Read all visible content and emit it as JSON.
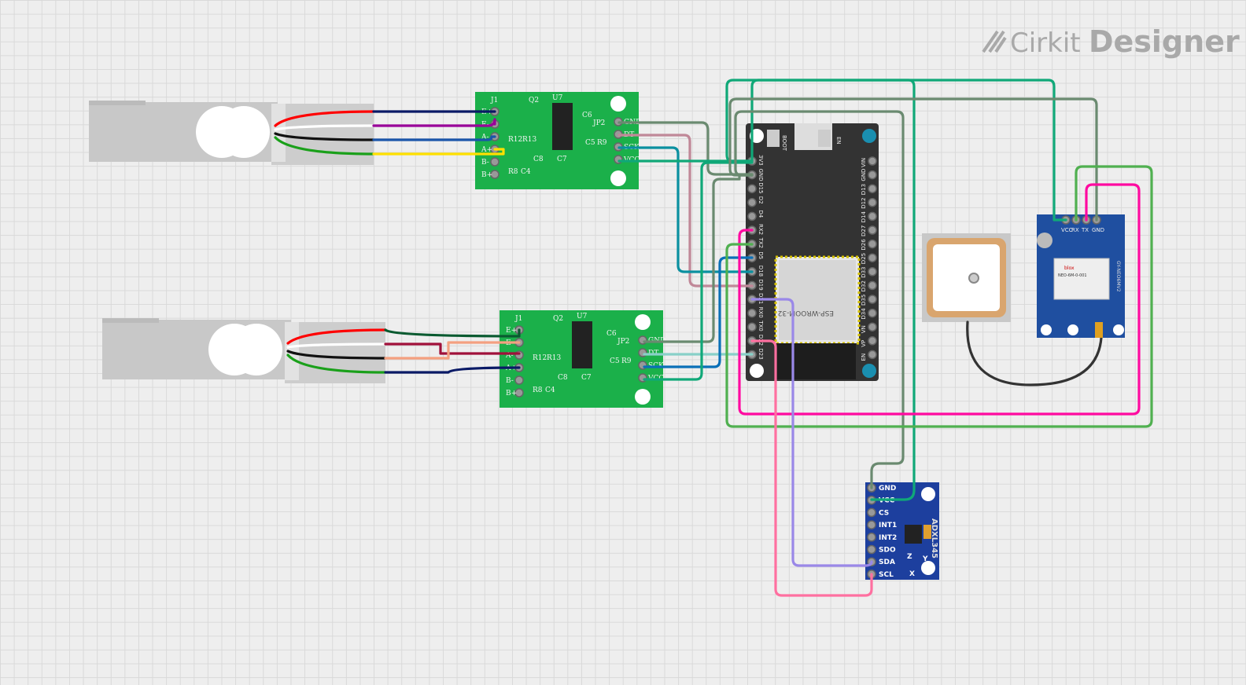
{
  "logo": {
    "brand": "Cirkit",
    "product": "Designer"
  },
  "hx711": {
    "j1": [
      "E+",
      "E-",
      "A-",
      "A+",
      "B-",
      "B+"
    ],
    "jp2": [
      "GND",
      "DT",
      "SCK",
      "VCC"
    ],
    "parts": [
      "J1",
      "Q2",
      "U7",
      "C6",
      "JP2",
      "R12",
      "R13",
      "C5",
      "R9",
      "R8",
      "C4",
      "C8",
      "C7"
    ]
  },
  "esp32": {
    "left_pins": [
      "3V3",
      "GND",
      "D15",
      "D2",
      "D4",
      "RX2",
      "TX2",
      "D5",
      "D18",
      "D19",
      "D21",
      "RX0",
      "TX0",
      "D22",
      "D23"
    ],
    "right_pins": [
      "VIN",
      "GND",
      "D13",
      "D12",
      "D14",
      "D27",
      "D26",
      "D25",
      "D33",
      "D32",
      "D35",
      "D34",
      "VN",
      "VP",
      "EN"
    ],
    "boot": "BOOT",
    "en": "EN",
    "module": "ESP-WROOM-32"
  },
  "gps": {
    "pins": [
      "VCC",
      "RX",
      "TX",
      "GND"
    ],
    "chip": "NEO-6M-0-001",
    "brand": "blox",
    "board": "GY-NEO6MV2"
  },
  "adxl": {
    "pins": [
      "GND",
      "VCC",
      "CS",
      "INT1",
      "INT2",
      "SDO",
      "SDA",
      "SCL"
    ],
    "name": "ADXL345",
    "axes": [
      "Z",
      "Y",
      "X"
    ]
  },
  "colors": {
    "board_green": "#1bb04a",
    "esp_body": "#333333",
    "gps_blue": "#1f4fa0",
    "adxl_blue": "#1d3f9e"
  }
}
